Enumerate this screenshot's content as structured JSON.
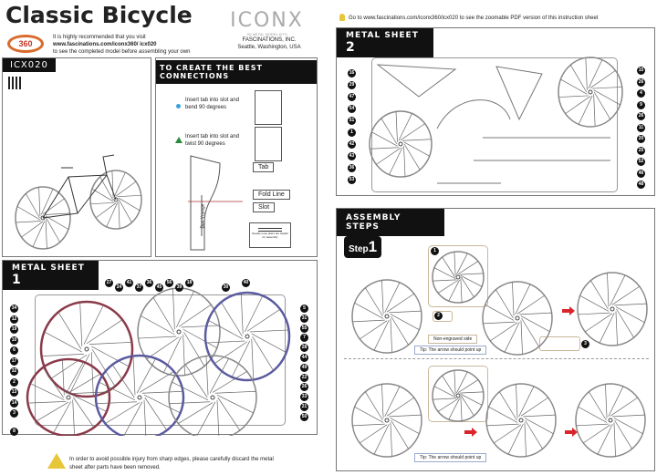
{
  "header": {
    "title": "Classic Bicycle",
    "badge": "360",
    "recommend_line1": "It is highly recommended that you visit",
    "url": "www.fascinations.com/iconx360/ icx020",
    "recommend_line2": "to see the completed model before assembling your own",
    "logo": "ICONX",
    "logo_sub": "3D METAL MODEL KITS",
    "company": "FASCINATIONS, INC.",
    "location": "Seattle, Washington, USA"
  },
  "model": {
    "code": "ICX020"
  },
  "connections": {
    "title": "TO CREATE THE BEST CONNECTIONS",
    "bend": "Insert tab into slot and bend 90 degrees",
    "twist": "Insert tab into slot and twist 90  degrees",
    "tab": "Tab",
    "fold": "Fold Line",
    "slot": "Slot",
    "engraving": "Bon Voyage",
    "tool_note": "Needle nose pliers are helpful for assembly",
    "bend_color": "#3aa0d8",
    "twist_color": "#2a8a3a"
  },
  "sheet1": {
    "title": "METAL SHEET",
    "number": "1",
    "left_nums": [
      "34",
      "12",
      "19",
      "10",
      "6",
      "17",
      "32",
      "2",
      "13",
      "14",
      "3",
      "8"
    ],
    "top_nums": [
      "27",
      "24",
      "41",
      "37",
      "36",
      "45",
      "56",
      "39",
      "18",
      "30",
      "40"
    ],
    "right_nums": [
      "5",
      "31",
      "55",
      "7",
      "28",
      "44",
      "49",
      "22",
      "26",
      "33",
      "21",
      "50"
    ]
  },
  "warning": "In order to avoid possible injury from sharp edges, please carefully discard the metal sheet after parts have been removed.",
  "tip": "Go to www.fascinations.com/iconx360/icx020 to see the zoomable PDF version of this instruction sheet",
  "sheet2": {
    "title": "METAL SHEET",
    "number": "2",
    "left_nums": [
      "16",
      "29",
      "47",
      "54",
      "51",
      "1",
      "42",
      "43",
      "36",
      "53"
    ],
    "right_nums": [
      "15",
      "26",
      "4",
      "9",
      "26",
      "11",
      "20",
      "25",
      "52",
      "46",
      "48"
    ]
  },
  "assembly": {
    "title": "ASSEMBLY STEPS",
    "step_label": "Step",
    "step_number": "1",
    "part1": "1",
    "part2": "2",
    "part3": "3",
    "non_engraved": "Non-engraved side",
    "tip1": "Tip: The arrow should point up",
    "tip2": "Tip: The arrow should point up",
    "arrow_color": "#d9262c"
  }
}
